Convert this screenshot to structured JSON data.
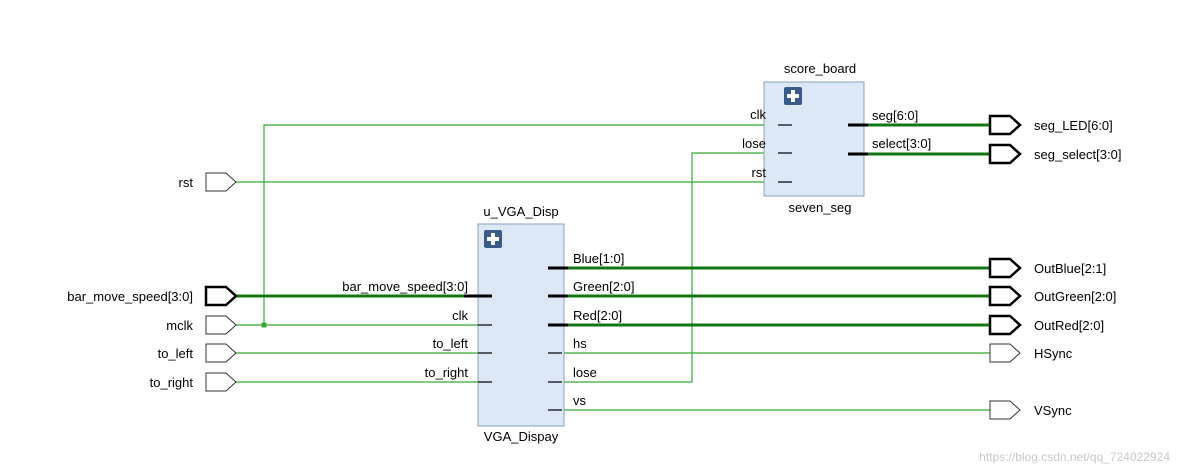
{
  "instances": {
    "score_board": {
      "instance_name": "score_board",
      "module_name": "seven_seg",
      "inputs": [
        "clk",
        "lose",
        "rst"
      ],
      "outputs": [
        "seg[6:0]",
        "select[3:0]"
      ]
    },
    "u_vga": {
      "instance_name": "u_VGA_Disp",
      "module_name": "VGA_Dispay",
      "inputs": [
        "bar_move_speed[3:0]",
        "clk",
        "to_left",
        "to_right"
      ],
      "outputs": [
        "Blue[1:0]",
        "Green[2:0]",
        "Red[2:0]",
        "hs",
        "lose",
        "vs"
      ]
    }
  },
  "input_ports": [
    "rst",
    "bar_move_speed[3:0]",
    "mclk",
    "to_left",
    "to_right"
  ],
  "output_ports": [
    "seg_LED[6:0]",
    "seg_select[3:0]",
    "OutBlue[2:1]",
    "OutGreen[2:0]",
    "OutRed[2:0]",
    "HSync",
    "VSync"
  ],
  "expand_icon": "plus-icon",
  "watermark": "https://blog.csdn.net/qq_724022924",
  "colors": {
    "wire": "#33aa33",
    "bus": "#117711",
    "block_fill": "#dde8f6",
    "block_stroke": "#8aa0b8",
    "expand_button": "#3b5a8c"
  }
}
